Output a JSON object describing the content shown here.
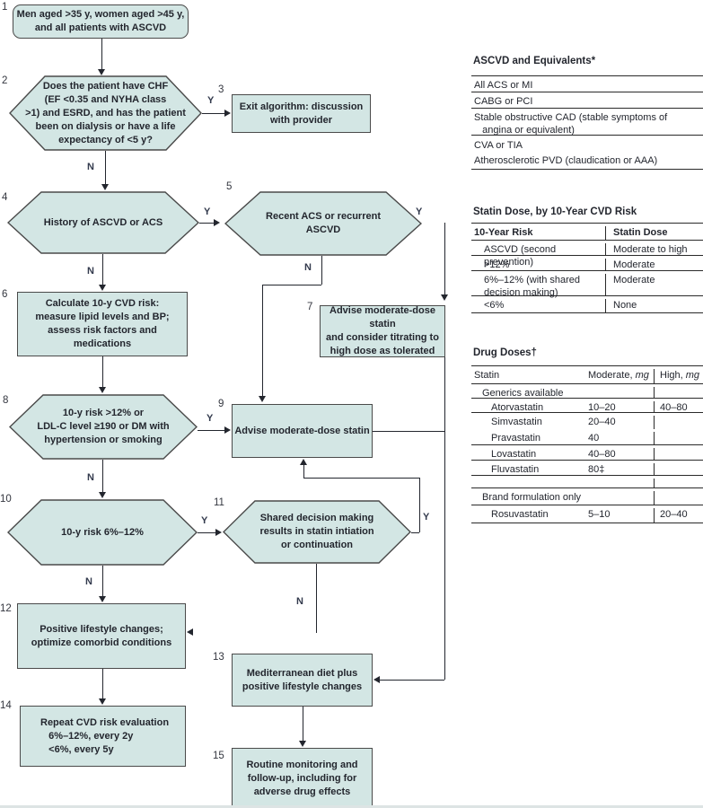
{
  "flow": {
    "yes": "Y",
    "no": "N",
    "nodes": [
      {
        "num": "1",
        "text": "Men aged >35 y, women aged >45 y,\nand all patients with ASCVD"
      },
      {
        "num": "2",
        "text": "Does the patient have CHF\n(EF <0.35 and NYHA class\n>1) and ESRD, and has the patient\nbeen on dialysis or have a life\nexpectancy of <5 y?"
      },
      {
        "num": "3",
        "text": "Exit algorithm: discussion\nwith provider"
      },
      {
        "num": "4",
        "text": "History of ASCVD or ACS"
      },
      {
        "num": "5",
        "text": "Recent ACS or recurrent\nASCVD"
      },
      {
        "num": "6",
        "text": "Calculate 10-y CVD risk:\nmeasure lipid levels and BP;\nassess risk factors and\nmedications"
      },
      {
        "num": "7",
        "text": "Advise moderate-dose statin\nand consider titrating to\nhigh dose as tolerated"
      },
      {
        "num": "8",
        "text": "10-y risk >12% or\nLDL-C level ≥190 or DM with\nhypertension or smoking"
      },
      {
        "num": "9",
        "text": "Advise moderate-dose statin"
      },
      {
        "num": "10",
        "text": "10-y risk 6%–12%"
      },
      {
        "num": "11",
        "text": "Shared decision making\nresults in statin intiation\nor continuation"
      },
      {
        "num": "12",
        "text": "Positive lifestyle changes;\noptimize comorbid conditions"
      },
      {
        "num": "13",
        "text": "Mediterranean diet plus\npositive lifestyle changes"
      },
      {
        "num": "14",
        "text": "Repeat CVD risk evaluation\n   6%–12%, every 2y\n   <6%, every 5y"
      },
      {
        "num": "15",
        "text": "Routine monitoring and\nfollow-up, including for\nadverse drug effects"
      }
    ]
  },
  "side": {
    "ascvd": {
      "title": "ASCVD and Equivalents*",
      "rows": [
        "All ACS or MI",
        "CABG or PCI",
        "Stable obstructive CAD (stable symptoms of\n   angina or equivalent)",
        "CVA or TIA\nAtherosclerotic PVD (claudication or AAA)"
      ]
    },
    "statin_dose": {
      "title": "Statin Dose, by 10-Year CVD Risk",
      "col1_header": "10-Year Risk",
      "col2_header": "Statin Dose",
      "rows": [
        {
          "risk": "ASCVD (second prevention)",
          "dose": "Moderate to high"
        },
        {
          "risk": ">12%",
          "dose": "Moderate"
        },
        {
          "risk": "6%–12% (with shared\ndecision making)",
          "dose": "Moderate"
        },
        {
          "risk": "<6%",
          "dose": "None"
        }
      ]
    },
    "drug_doses": {
      "title": "Drug Doses†",
      "col1_header": "Statin",
      "col2_header_prefix": "Moderate, ",
      "col3_header_prefix": "High, ",
      "unit": "mg",
      "rows": [
        {
          "name": "Generics available",
          "moderate": "",
          "high": ""
        },
        {
          "name": "Atorvastatin",
          "moderate": "10–20",
          "high": "40–80"
        },
        {
          "name": "Simvastatin",
          "moderate": "20–40",
          "high": ""
        },
        {
          "name": "Pravastatin",
          "moderate": "40",
          "high": ""
        },
        {
          "name": "Lovastatin",
          "moderate": "40–80",
          "high": ""
        },
        {
          "name": "Fluvastatin",
          "moderate": "80‡",
          "high": ""
        },
        {
          "name": "",
          "moderate": "",
          "high": ""
        },
        {
          "name": "Brand formulation only",
          "moderate": "",
          "high": ""
        },
        {
          "name": "Rosuvastatin",
          "moderate": "5–10",
          "high": "20–40"
        }
      ]
    }
  }
}
